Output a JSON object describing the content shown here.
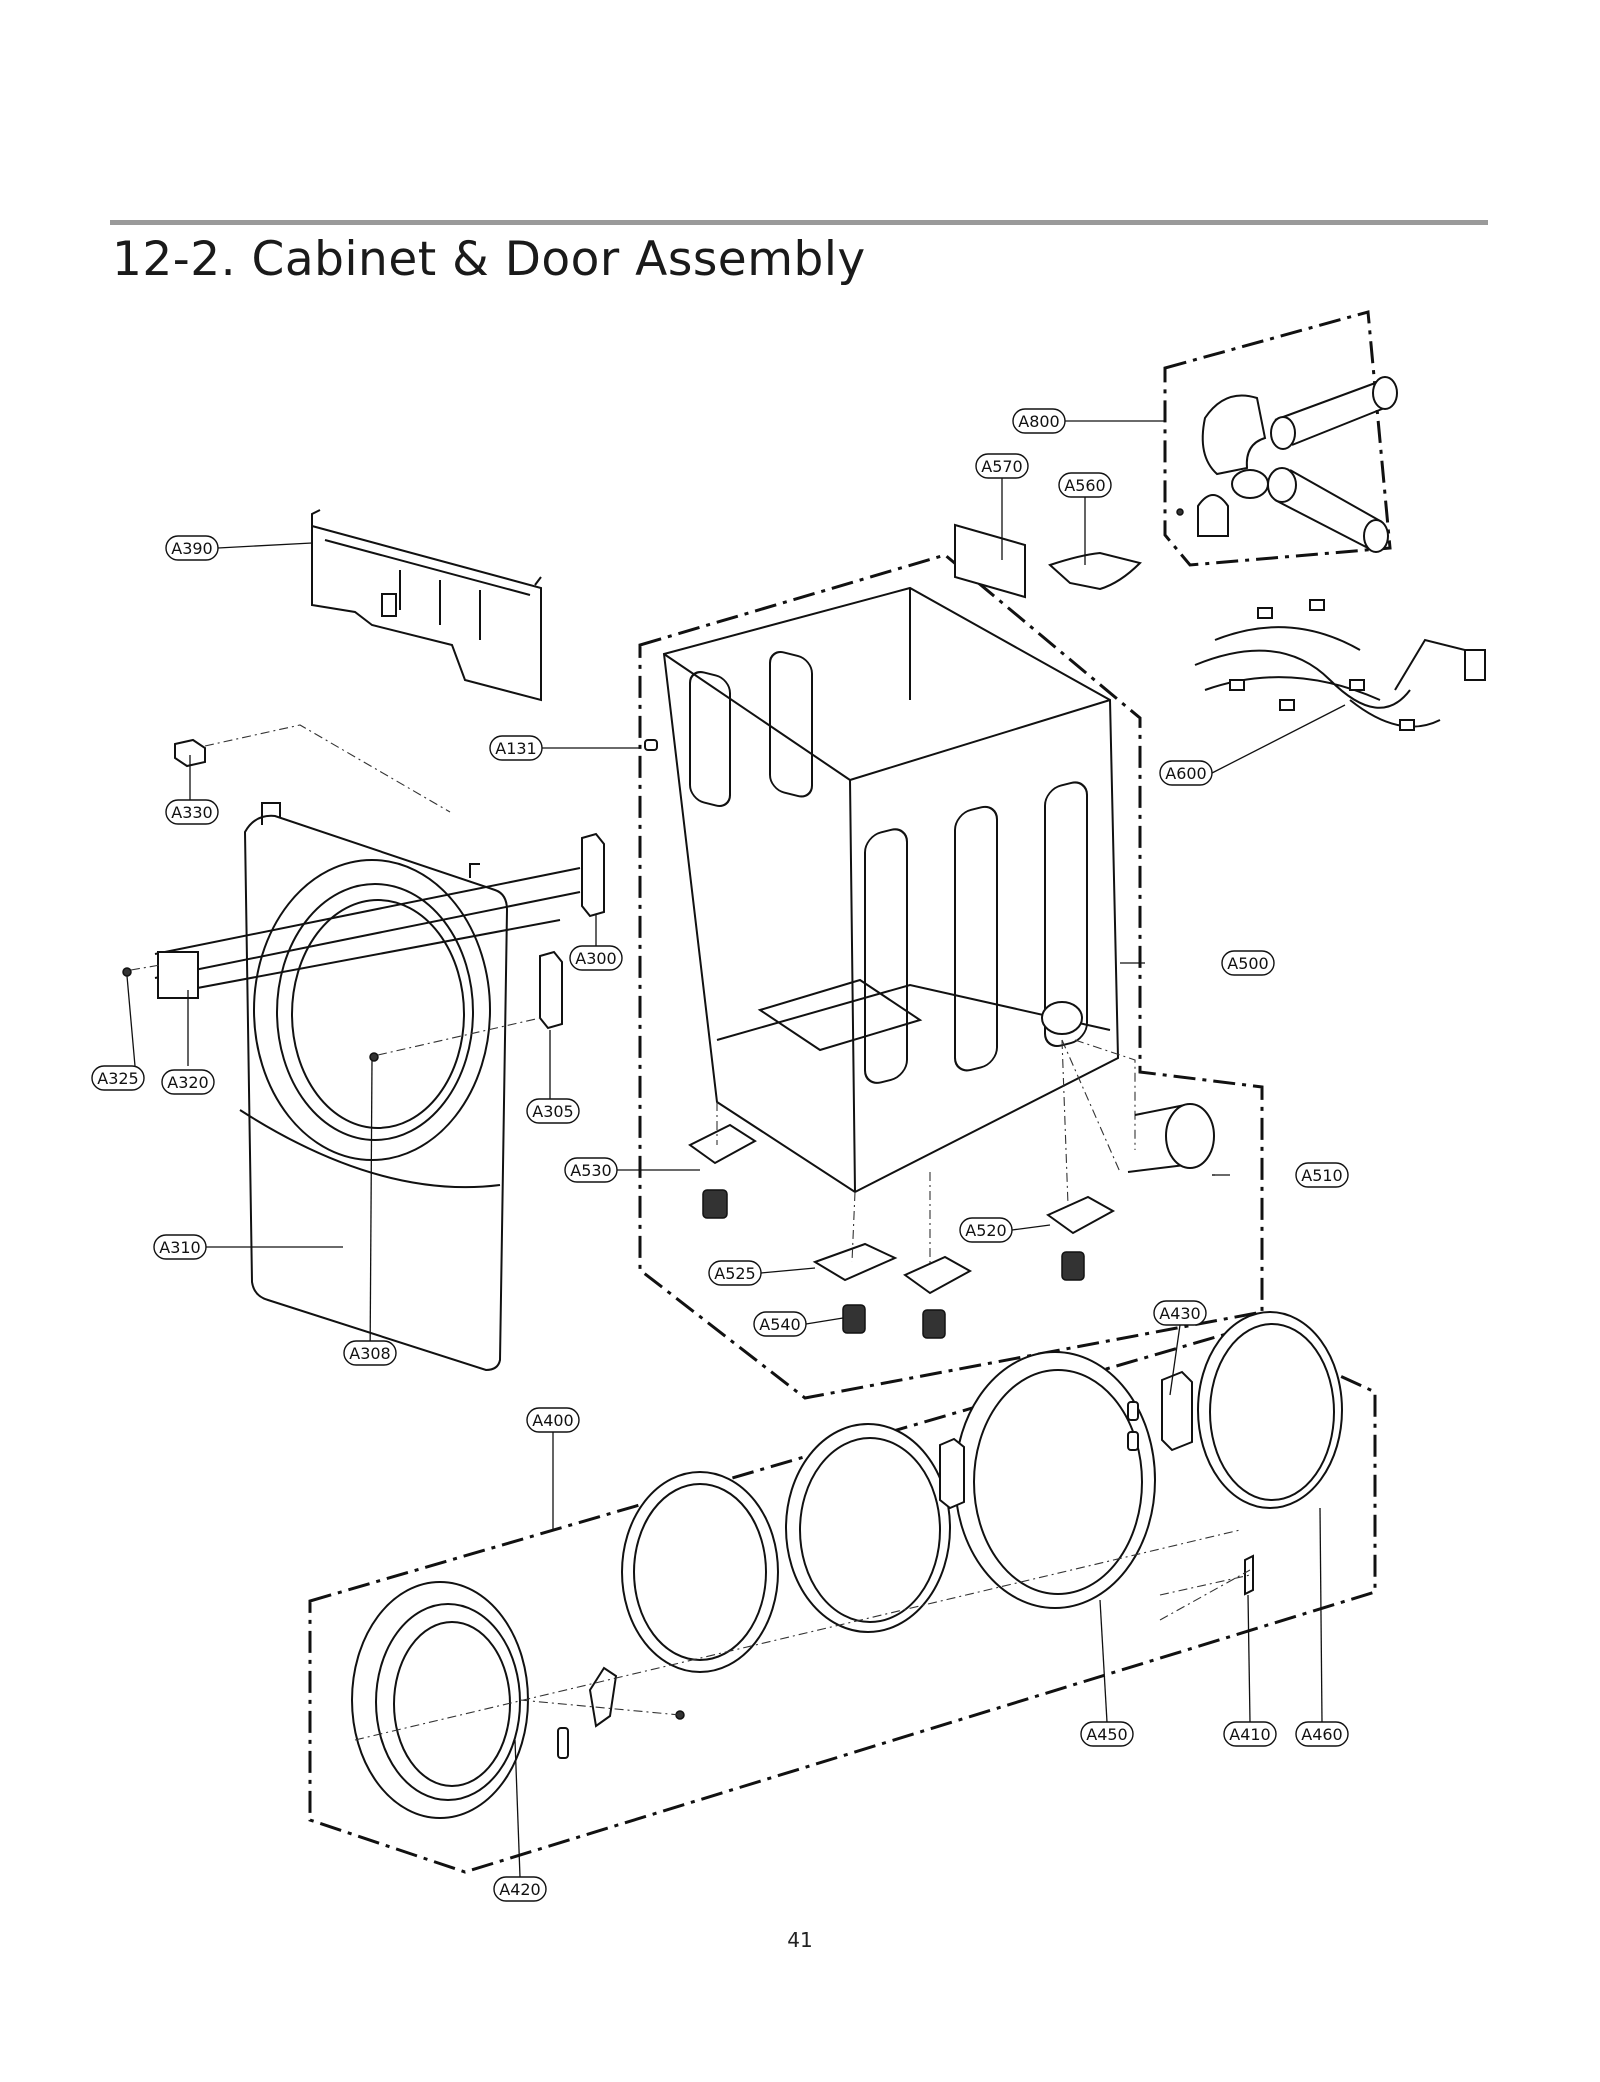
{
  "page": {
    "section_title": "12-2. Cabinet & Door Assembly",
    "page_number": "41"
  },
  "callouts": [
    {
      "id": "A800",
      "text": "A800"
    },
    {
      "id": "A570",
      "text": "A570"
    },
    {
      "id": "A560",
      "text": "A560"
    },
    {
      "id": "A390",
      "text": "A390"
    },
    {
      "id": "A131",
      "text": "A131"
    },
    {
      "id": "A600",
      "text": "A600"
    },
    {
      "id": "A330",
      "text": "A330"
    },
    {
      "id": "A300",
      "text": "A300"
    },
    {
      "id": "A500",
      "text": "A500"
    },
    {
      "id": "A325",
      "text": "A325"
    },
    {
      "id": "A320",
      "text": "A320"
    },
    {
      "id": "A305",
      "text": "A305"
    },
    {
      "id": "A530",
      "text": "A530"
    },
    {
      "id": "A510",
      "text": "A510"
    },
    {
      "id": "A310",
      "text": "A310"
    },
    {
      "id": "A520",
      "text": "A520"
    },
    {
      "id": "A525",
      "text": "A525"
    },
    {
      "id": "A540",
      "text": "A540"
    },
    {
      "id": "A430",
      "text": "A430"
    },
    {
      "id": "A308",
      "text": "A308"
    },
    {
      "id": "A400",
      "text": "A400"
    },
    {
      "id": "A450",
      "text": "A450"
    },
    {
      "id": "A410",
      "text": "A410"
    },
    {
      "id": "A460",
      "text": "A460"
    },
    {
      "id": "A420",
      "text": "A420"
    }
  ]
}
